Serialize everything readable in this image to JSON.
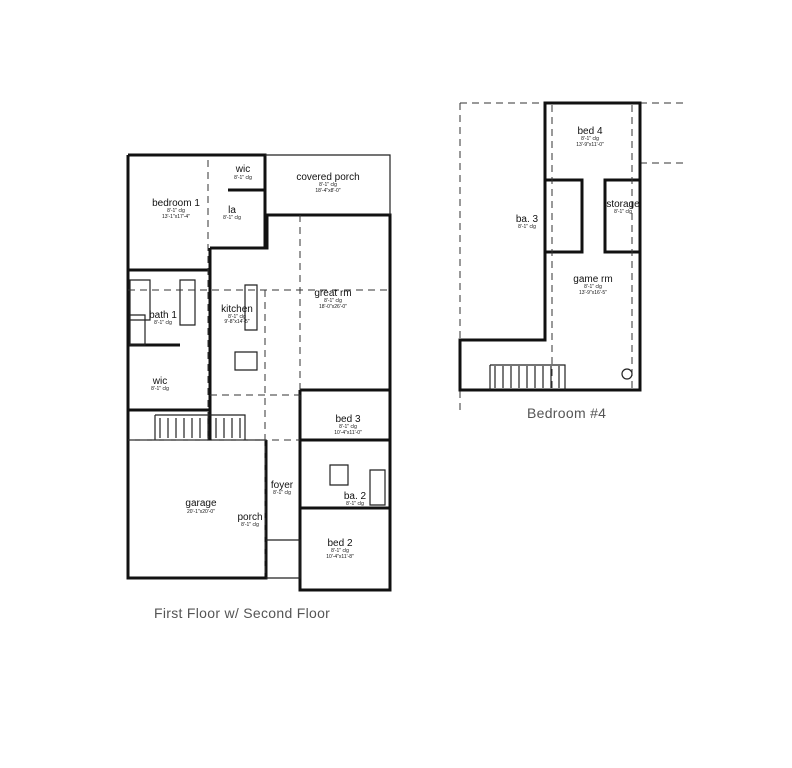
{
  "first_floor": {
    "caption": "First Floor w/ Second Floor",
    "rooms": [
      {
        "name": "wic",
        "clg": "8'-1\" clg",
        "dims": ""
      },
      {
        "name": "covered porch",
        "clg": "8'-1\" clg",
        "dims": "18'-4\"x8'-0\""
      },
      {
        "name": "bedroom 1",
        "clg": "8'-1\" clg",
        "dims": "13'-1\"x17'-4\""
      },
      {
        "name": "la",
        "clg": "8'-1\" clg",
        "dims": ""
      },
      {
        "name": "great rm",
        "clg": "8'-1\" clg",
        "dims": "18'-0\"x26'-0\""
      },
      {
        "name": "kitchen",
        "clg": "8'-1\" clg",
        "dims": "9'-8\"x14'-5\""
      },
      {
        "name": "bath 1",
        "clg": "8'-1\" clg",
        "dims": ""
      },
      {
        "name": "wic",
        "clg": "8'-1\" clg",
        "dims": ""
      },
      {
        "name": "bed 3",
        "clg": "8'-1\" clg",
        "dims": "10'-4\"x11'-0\""
      },
      {
        "name": "foyer",
        "clg": "8'-1\" clg",
        "dims": ""
      },
      {
        "name": "ba. 2",
        "clg": "8'-1\" clg",
        "dims": ""
      },
      {
        "name": "garage",
        "clg": "",
        "dims": "20'-1\"x20'-0\""
      },
      {
        "name": "porch",
        "clg": "8'-1\" clg",
        "dims": ""
      },
      {
        "name": "bed 2",
        "clg": "8'-1\" clg",
        "dims": "10'-4\"x11'-8\""
      }
    ]
  },
  "second_floor": {
    "caption": "Bedroom #4",
    "rooms": [
      {
        "name": "bed 4",
        "clg": "8'-1\" clg",
        "dims": "13'-9\"x11'-0\""
      },
      {
        "name": "ba. 3",
        "clg": "8'-1\" clg",
        "dims": ""
      },
      {
        "name": "storage",
        "clg": "8'-1\" clg",
        "dims": ""
      },
      {
        "name": "game rm",
        "clg": "8'-1\" clg",
        "dims": "13'-9\"x16'-5\""
      }
    ]
  }
}
